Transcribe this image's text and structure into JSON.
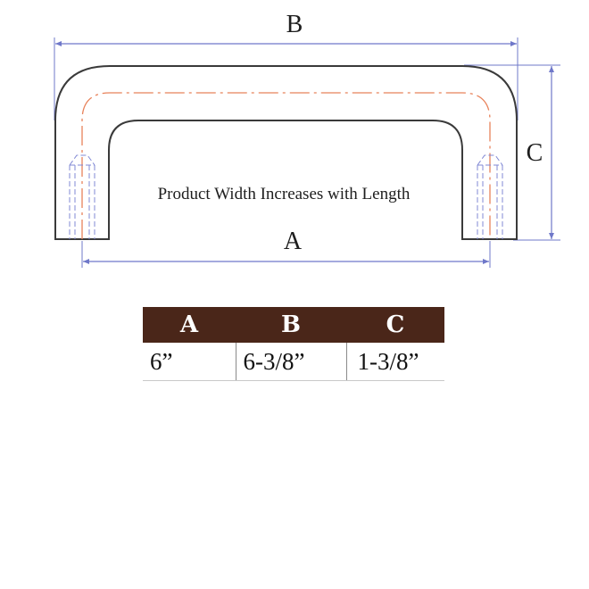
{
  "diagram": {
    "dimension_labels": {
      "a": "A",
      "b": "B",
      "c": "C"
    },
    "note": "Product Width Increases with Length"
  },
  "colors": {
    "outline": "#3a3a3a",
    "dimension_line": "#6f78c9",
    "centerline": "#e8825a",
    "hidden_line": "#8088d4",
    "table_header_bg": "#4a2619",
    "table_header_text": "#ffffff"
  },
  "table": {
    "headers": [
      "A",
      "B",
      "C"
    ],
    "rows": [
      [
        "6”",
        "6-3/8”",
        "1-3/8”"
      ]
    ]
  }
}
